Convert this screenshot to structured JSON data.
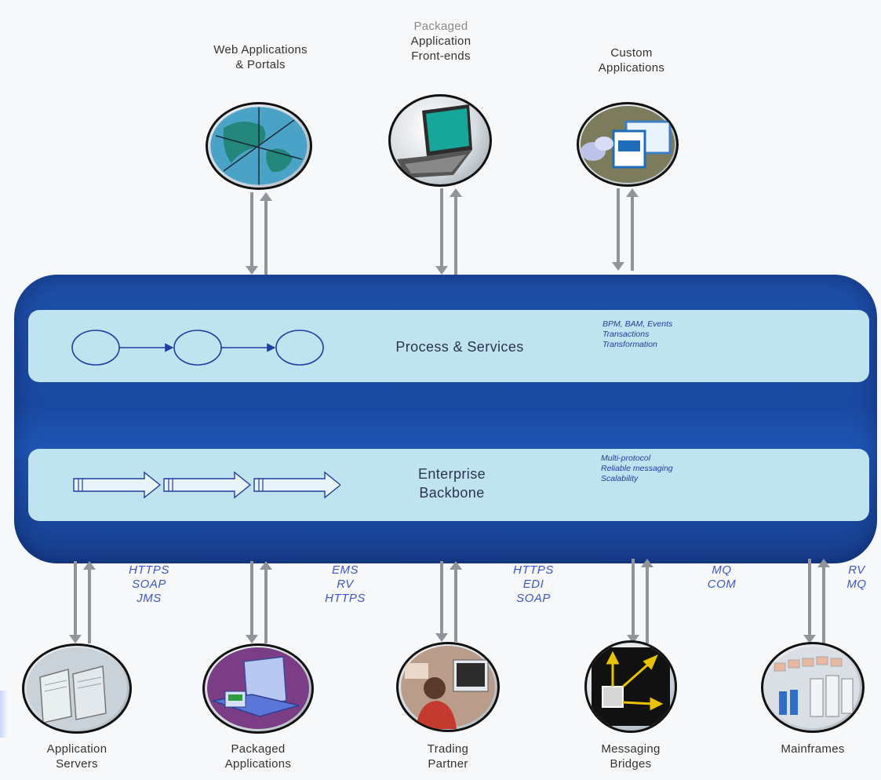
{
  "top_apps": [
    {
      "lines": [
        "Web Applications",
        "& Portals"
      ],
      "icon": "globe-icon"
    },
    {
      "lines": [
        "Packaged",
        "Application",
        "Front-ends"
      ],
      "icon": "laptop-icon"
    },
    {
      "lines": [
        "Custom",
        "Applications"
      ],
      "icon": "windows-icon"
    }
  ],
  "layers": {
    "process": {
      "title": "Process & Services",
      "notes": [
        "BPM, BAM, Events",
        "Transactions",
        "Transformation"
      ]
    },
    "backbone": {
      "title_lines": [
        "Enterprise",
        "Backbone"
      ],
      "notes": [
        "Multi-protocol",
        "Reliable messaging",
        "Scalability"
      ]
    }
  },
  "protocols": [
    [
      "HTTPS",
      "SOAP",
      "JMS"
    ],
    [
      "EMS",
      "RV",
      "HTTPS"
    ],
    [
      "HTTPS",
      "EDI",
      "SOAP"
    ],
    [
      "MQ",
      "COM"
    ],
    [
      "RV",
      "MQ"
    ]
  ],
  "bottom_systems": [
    {
      "lines": [
        "Application",
        "Servers"
      ],
      "icon": "server-icon"
    },
    {
      "lines": [
        "Packaged",
        "Applications"
      ],
      "icon": "packaged-apps-icon"
    },
    {
      "lines": [
        "Trading",
        "Partner"
      ],
      "icon": "trading-partner-icon"
    },
    {
      "lines": [
        "Messaging",
        "Bridges"
      ],
      "icon": "messaging-bridge-icon"
    },
    {
      "lines": [
        "Mainframes"
      ],
      "icon": "mainframe-icon"
    }
  ]
}
